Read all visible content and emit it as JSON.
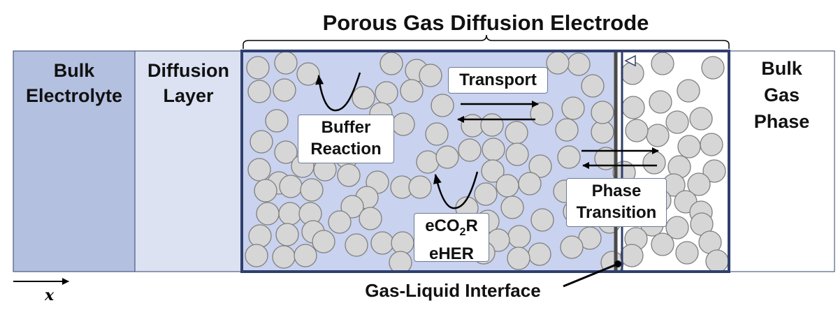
{
  "title": "Porous Gas Diffusion Electrode",
  "regions": {
    "bulk_electrolyte": [
      "Bulk",
      "Electrolyte"
    ],
    "diffusion_layer": [
      "Diffusion",
      "Layer"
    ],
    "bulk_gas_phase": [
      "Bulk",
      "Gas",
      "Phase"
    ]
  },
  "processes": {
    "transport": "Transport",
    "buffer_reaction": [
      "Buffer",
      "Reaction"
    ],
    "electro_reactions": {
      "line1_prefix": "eCO",
      "line1_subscript": "2",
      "line1_suffix": "R",
      "line2": "eHER"
    },
    "phase_transition": [
      "Phase",
      "Transition"
    ]
  },
  "interface_label": "Gas-Liquid Interface",
  "axis_label": "x",
  "colors": {
    "bulk_electrolyte": "#b4c0e0",
    "diffusion_layer": "#dce2f2",
    "electrode_liquid": "#c9d2ee",
    "electrode_border": "#2f3f6e",
    "particle_fill": "#d6d6d6",
    "particle_stroke": "#7f7f7f"
  }
}
